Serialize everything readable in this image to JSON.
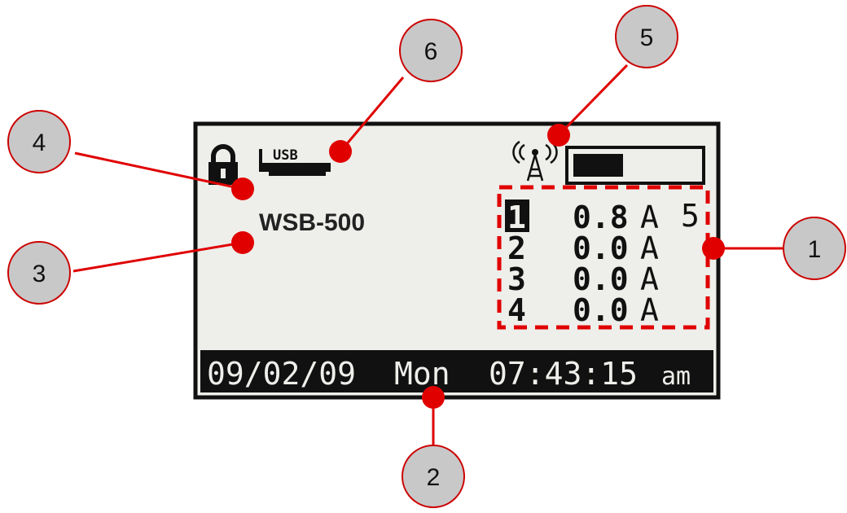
{
  "display": {
    "model": "WSB-500",
    "usb_label": "USB",
    "channels": [
      {
        "number": "1",
        "current": "0.8",
        "unit": "A",
        "selected": true
      },
      {
        "number": "2",
        "current": "0.0",
        "unit": "A",
        "selected": false
      },
      {
        "number": "3",
        "current": "0.0",
        "unit": "A",
        "selected": false
      },
      {
        "number": "4",
        "current": "0.0",
        "unit": "A",
        "selected": false
      }
    ],
    "channel_count": "5",
    "status_bar": {
      "date": "09/02/09",
      "day": "Mon",
      "time": "07:43:15",
      "ampm": "am"
    },
    "signal_level": 0.4
  },
  "callouts": [
    {
      "label": "1"
    },
    {
      "label": "2"
    },
    {
      "label": "3"
    },
    {
      "label": "4"
    },
    {
      "label": "5"
    },
    {
      "label": "6"
    }
  ],
  "colors": {
    "lcd_background": "#eeeeea",
    "lcd_ink": "#111111",
    "callout_fill": "#c8c8c8",
    "callout_stroke": "#cc0000",
    "leader_red": "#e00000"
  }
}
